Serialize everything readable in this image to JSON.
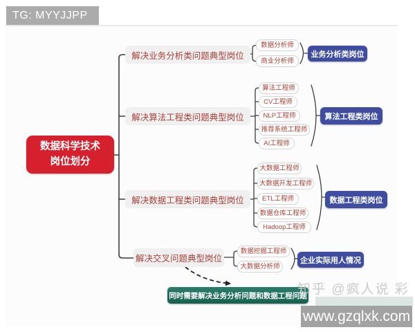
{
  "badge": {
    "label": "TG: MYYJJPP"
  },
  "root": {
    "line1": "数据科学技术",
    "line2": "岗位划分"
  },
  "branches": [
    {
      "label": "解决业务分析类问题典型岗位",
      "children": [
        "数据分析师",
        "商业分析师"
      ],
      "result": "业务分析类岗位"
    },
    {
      "label": "解决算法工程类问题典型岗位",
      "children": [
        "算法工程师",
        "CV工程师",
        "NLP工程师",
        "推荐系统工程师",
        "AI工程师"
      ],
      "result": "算法工程类岗位"
    },
    {
      "label": "解决数据工程类问题典型岗位",
      "children": [
        "大数据工程师",
        "大数据开发工程师",
        "ETL工程师",
        "数据仓库工程师",
        "Hadoop工程师"
      ],
      "result": "数据工程类岗位"
    },
    {
      "label": "解决交叉问题典型岗位",
      "children": [
        "数据挖掘工程师",
        "大数据分析师"
      ],
      "result": "企业实际用人情况"
    }
  ],
  "footer_note": "同时需要解决业务分析问题和数据工程问题",
  "watermarks": {
    "zhihu": "知乎 @疯人说 彩",
    "site": "www.gzqlxk.com"
  },
  "colors": {
    "root_bg": "#D6202D",
    "branch_bg": "#F0F0F0",
    "branch_text": "#A8423A",
    "result_bg": "#3F4DA0",
    "note_bg": "#1B6B5B",
    "badge_bg": "#ABABAB",
    "line": "#3B3B3B"
  }
}
